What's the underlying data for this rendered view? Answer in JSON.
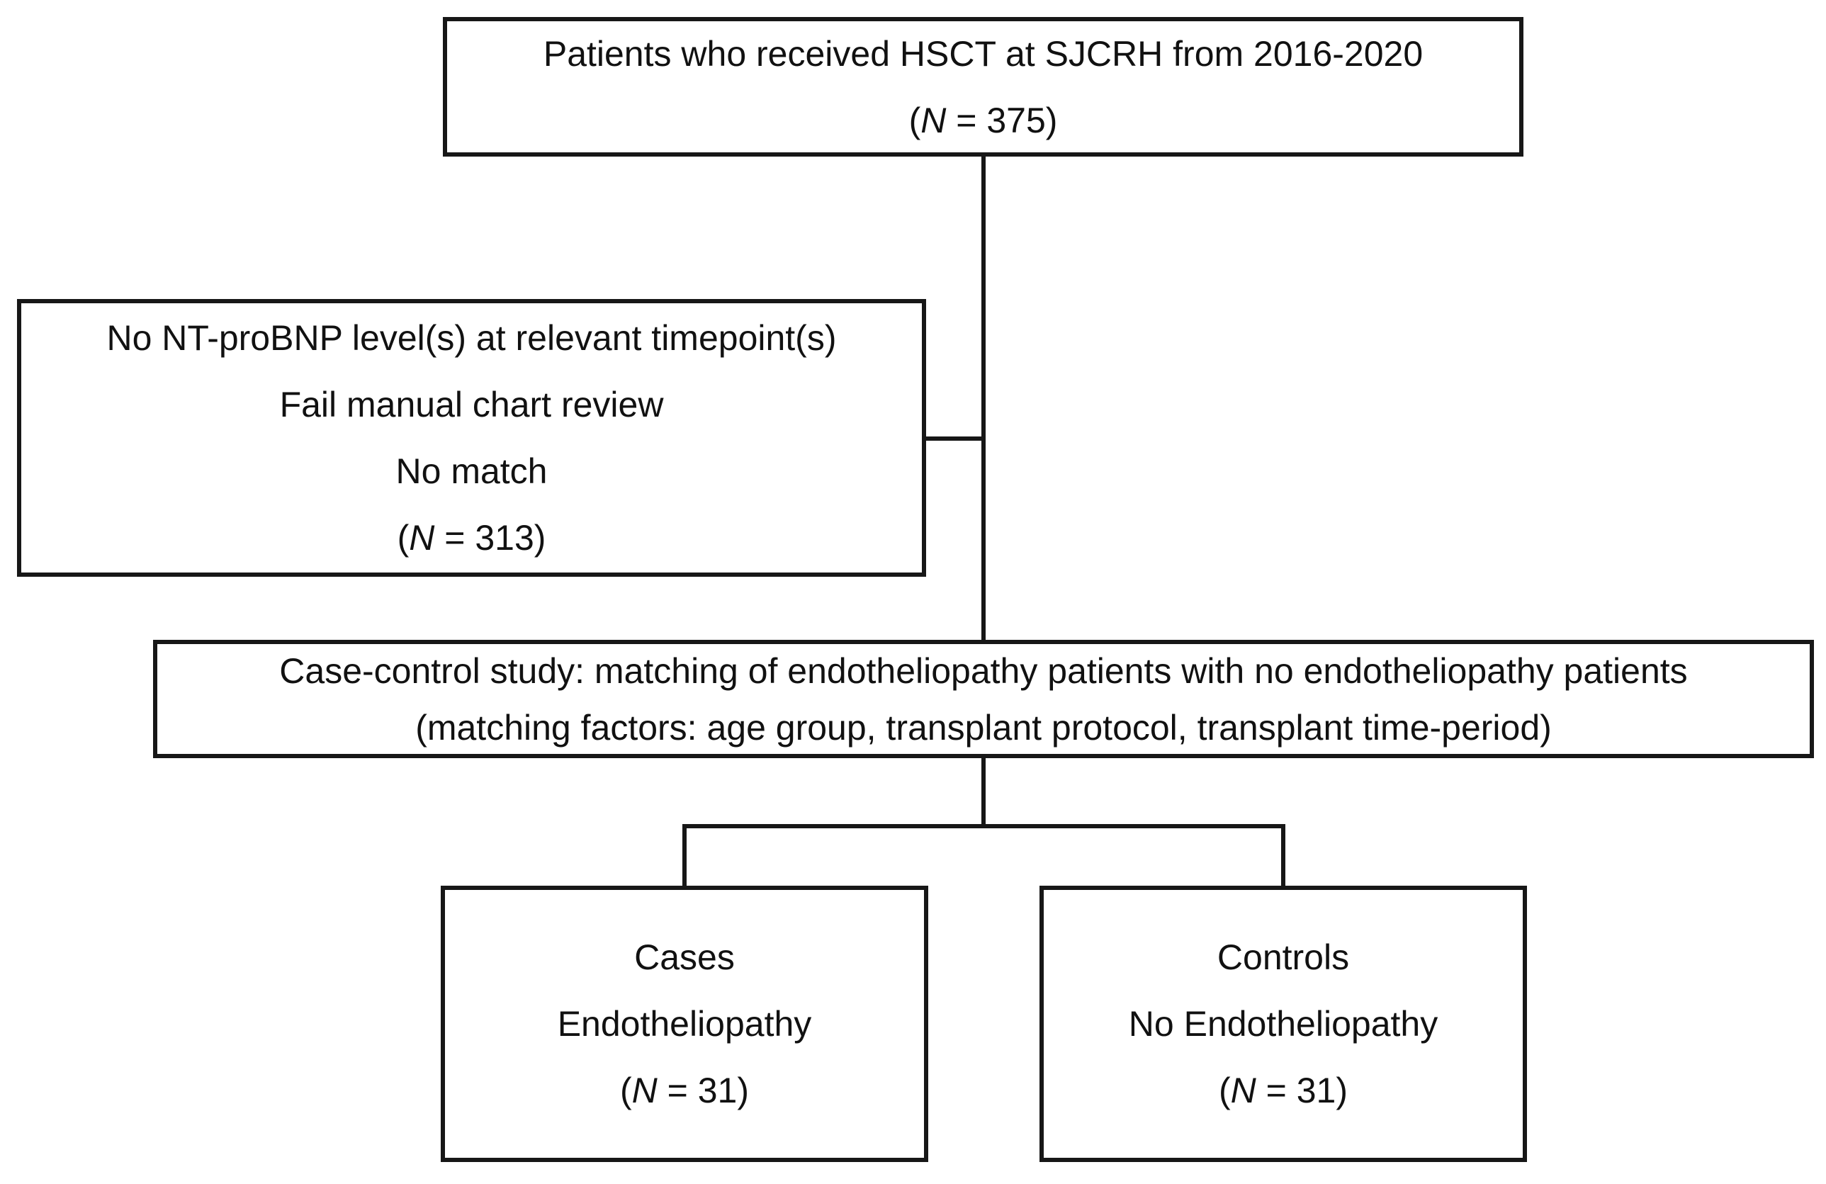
{
  "figure": {
    "type": "flow-diagram",
    "background_color": "#ffffff",
    "line_color": "#171717",
    "text_color": "#111111",
    "boxes": [
      {
        "id": "top",
        "role": "enrollment-cohort",
        "lines": [
          {
            "text": "Patients who received HSCT at SJCRH from 2016-2020"
          },
          {
            "text": "(N = 375)",
            "italic_n": true
          }
        ]
      },
      {
        "id": "excluded",
        "role": "exclusions",
        "lines": [
          {
            "text": "No NT-proBNP level(s) at relevant timepoint(s)"
          },
          {
            "text": "Fail manual chart review"
          },
          {
            "text": "No match"
          },
          {
            "text": "(N = 313)",
            "italic_n": true
          }
        ]
      },
      {
        "id": "matching",
        "role": "study-design",
        "lines": [
          {
            "text": "Case-control study: matching of endotheliopathy patients with no endotheliopathy patients"
          },
          {
            "text": "(matching factors: age group, transplant protocol, transplant time-period)"
          }
        ]
      },
      {
        "id": "cases",
        "role": "cases-arm",
        "lines": [
          {
            "text": "Cases"
          },
          {
            "text": "Endotheliopathy"
          },
          {
            "text": "(N = 31)",
            "italic_n": true
          }
        ]
      },
      {
        "id": "controls",
        "role": "controls-arm",
        "lines": [
          {
            "text": "Controls"
          },
          {
            "text": "No Endotheliopathy"
          },
          {
            "text": "(N = 31)",
            "italic_n": true
          }
        ]
      }
    ]
  }
}
